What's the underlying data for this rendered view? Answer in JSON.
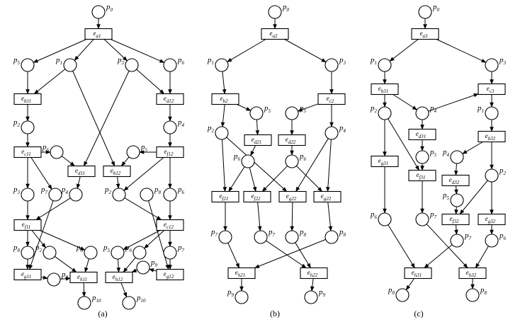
{
  "captions": {
    "a": "(a)",
    "b": "(b)",
    "c": "(c)"
  },
  "subnets": {
    "a": {
      "places": [
        {
          "label": "p",
          "sub": "0"
        },
        {
          "label": "p",
          "sub": "5"
        },
        {
          "label": "p",
          "sub": "1"
        },
        {
          "label": "p",
          "sub": "3"
        },
        {
          "label": "p",
          "sub": "6"
        },
        {
          "label": "p",
          "sub": "2"
        },
        {
          "label": "p",
          "sub": "4"
        },
        {
          "label": "p",
          "sub": "6"
        },
        {
          "label": "p",
          "sub": "5"
        },
        {
          "label": "p",
          "sub": "3"
        },
        {
          "label": "p",
          "sub": "7"
        },
        {
          "label": "p",
          "sub": "4"
        },
        {
          "label": "p",
          "sub": "2"
        },
        {
          "label": "p",
          "sub": "8"
        },
        {
          "label": "p",
          "sub": "6"
        },
        {
          "label": "p",
          "sub": "8"
        },
        {
          "label": "p",
          "sub": "2"
        },
        {
          "label": "p",
          "sub": "6"
        },
        {
          "label": "p",
          "sub": "5"
        },
        {
          "label": "p",
          "sub": "6"
        },
        {
          "label": "p",
          "sub": "7"
        },
        {
          "label": "p",
          "sub": "9"
        },
        {
          "label": "p",
          "sub": "9"
        },
        {
          "label": "p",
          "sub": "10"
        },
        {
          "label": "p",
          "sub": "10"
        }
      ],
      "transitions": [
        {
          "label": "e",
          "sub": "a1"
        },
        {
          "label": "e",
          "sub": "b11"
        },
        {
          "label": "e",
          "sub": "d12"
        },
        {
          "label": "e",
          "sub": "c11"
        },
        {
          "label": "e",
          "sub": "d11"
        },
        {
          "label": "e",
          "sub": "b12"
        },
        {
          "label": "e",
          "sub": "f12"
        },
        {
          "label": "e",
          "sub": "f11"
        },
        {
          "label": "e",
          "sub": "c12"
        },
        {
          "label": "e",
          "sub": "g11"
        },
        {
          "label": "e",
          "sub": "h11"
        },
        {
          "label": "e",
          "sub": "h12"
        },
        {
          "label": "e",
          "sub": "g12"
        }
      ]
    },
    "b": {
      "places": [
        {
          "label": "p",
          "sub": "0"
        },
        {
          "label": "p",
          "sub": "1"
        },
        {
          "label": "p",
          "sub": "3"
        },
        {
          "label": "p",
          "sub": "5"
        },
        {
          "label": "p",
          "sub": "5"
        },
        {
          "label": "p",
          "sub": "2"
        },
        {
          "label": "p",
          "sub": "4"
        },
        {
          "label": "p",
          "sub": "6"
        },
        {
          "label": "p",
          "sub": "6"
        },
        {
          "label": "p",
          "sub": "7"
        },
        {
          "label": "p",
          "sub": "7"
        },
        {
          "label": "p",
          "sub": "8"
        },
        {
          "label": "p",
          "sub": "8"
        },
        {
          "label": "p",
          "sub": "9"
        },
        {
          "label": "p",
          "sub": "9"
        }
      ],
      "transitions": [
        {
          "label": "e",
          "sub": "a2"
        },
        {
          "label": "e",
          "sub": "b2"
        },
        {
          "label": "e",
          "sub": "c2"
        },
        {
          "label": "e",
          "sub": "d21"
        },
        {
          "label": "e",
          "sub": "d22"
        },
        {
          "label": "e",
          "sub": "f21"
        },
        {
          "label": "e",
          "sub": "f22"
        },
        {
          "label": "e",
          "sub": "g22"
        },
        {
          "label": "e",
          "sub": "g22"
        },
        {
          "label": "e",
          "sub": "h21"
        },
        {
          "label": "e",
          "sub": "h22"
        }
      ]
    },
    "c": {
      "places": [
        {
          "label": "p",
          "sub": "0"
        },
        {
          "label": "p",
          "sub": "1"
        },
        {
          "label": "p",
          "sub": "3"
        },
        {
          "label": "p",
          "sub": "2"
        },
        {
          "label": "p",
          "sub": "4"
        },
        {
          "label": "p",
          "sub": "1"
        },
        {
          "label": "p",
          "sub": "5"
        },
        {
          "label": "p",
          "sub": "4"
        },
        {
          "label": "p",
          "sub": "5"
        },
        {
          "label": "p",
          "sub": "2"
        },
        {
          "label": "p",
          "sub": "6"
        },
        {
          "label": "p",
          "sub": "7"
        },
        {
          "label": "p",
          "sub": "7"
        },
        {
          "label": "p",
          "sub": "6"
        },
        {
          "label": "p",
          "sub": "8"
        },
        {
          "label": "p",
          "sub": "8"
        }
      ],
      "transitions": [
        {
          "label": "e",
          "sub": "a3"
        },
        {
          "label": "e",
          "sub": "b31"
        },
        {
          "label": "e",
          "sub": "c3"
        },
        {
          "label": "e",
          "sub": "d31"
        },
        {
          "label": "e",
          "sub": "b32"
        },
        {
          "label": "e",
          "sub": "g31"
        },
        {
          "label": "e",
          "sub": "f31"
        },
        {
          "label": "e",
          "sub": "d32"
        },
        {
          "label": "e",
          "sub": "f32"
        },
        {
          "label": "e",
          "sub": "g32"
        },
        {
          "label": "e",
          "sub": "h31"
        },
        {
          "label": "e",
          "sub": "h32"
        }
      ]
    }
  }
}
